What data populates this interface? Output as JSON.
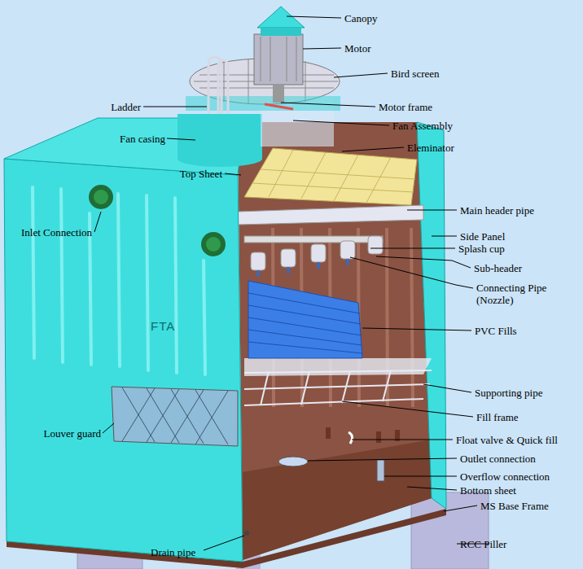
{
  "diagram": {
    "labels": [
      "Canopy",
      "Motor",
      "Bird screen",
      "Ladder",
      "Motor frame",
      "Fan Assembly",
      "Fan casing",
      "Eleminator",
      "Top Sheet",
      "Main header pipe",
      "Inlet Connection",
      "Side Panel",
      "Splash cup",
      "Sub-header",
      "Connecting Pipe (Nozzle)",
      "FTA",
      "PVC Fills",
      "Supporting pipe",
      "Fill frame",
      "Louver guard",
      "Float valve & Quick fill",
      "Outlet connection",
      "Overflow connection",
      "Bottom sheet",
      "MS Base Frame",
      "Drain pipe",
      "RCC Piller"
    ]
  }
}
